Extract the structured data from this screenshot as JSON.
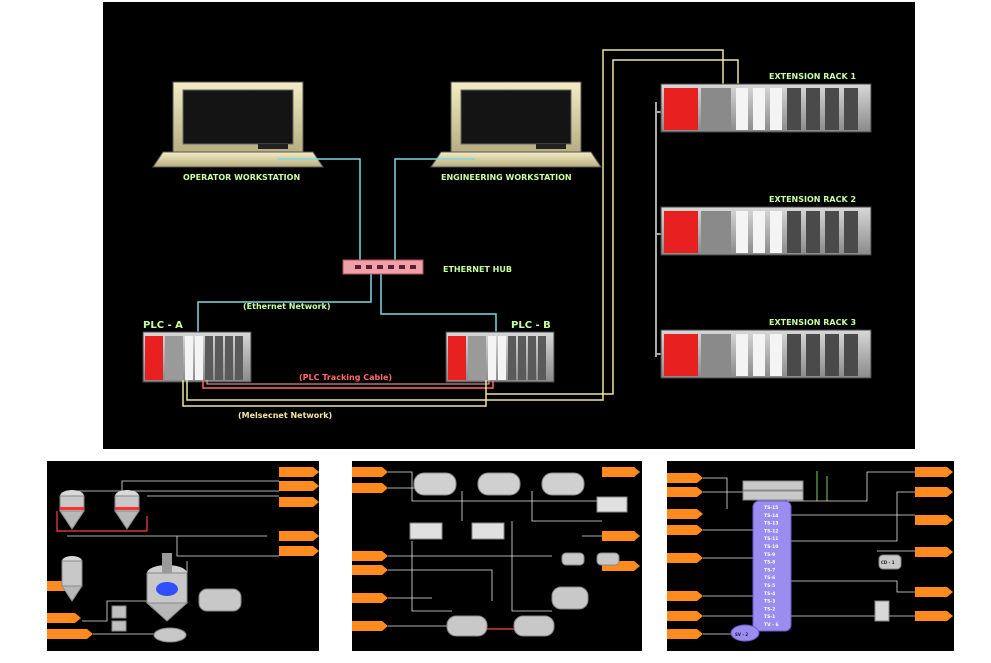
{
  "main": {
    "operator_label": "OPERATOR WORKSTATION",
    "engineering_label": "ENGINEERING WORKSTATION",
    "hub_label": "ETHERNET HUB",
    "ethernet_network_label": "(Ethernet Network)",
    "plc_a_label": "PLC - A",
    "plc_b_label": "PLC - B",
    "tracking_cable_label": "(PLC Tracking Cable)",
    "melsecnet_label": "(Melsecnet Network)",
    "rack1_label": "EXTENSION RACK 1",
    "rack2_label": "EXTENSION RACK 2",
    "rack3_label": "EXTENSION RACK 3"
  },
  "panel3": {
    "column_stages": [
      "TS-15",
      "TS-14",
      "TS-13",
      "TS-12",
      "TS-11",
      "TS-10",
      "TS-9",
      "TS-8",
      "TS-7",
      "TS-6",
      "TS-5",
      "TS-4",
      "TS-3",
      "TS-2",
      "TS-1",
      "TV - 6"
    ],
    "bottom_vessel": "SV - 2",
    "cooler_label": "CD - 1"
  },
  "colors": {
    "background": "#000000",
    "label_green": "#c8ffa0",
    "ethernet_cable": "#7fd8e0",
    "melsecnet_cable": "#f0e6a0",
    "tracking_cable": "#ff6a6a",
    "monitor_body": "#e8e0b0",
    "arrow_orange": "#ff8a1e",
    "tank_purple": "#9b8cf0"
  }
}
